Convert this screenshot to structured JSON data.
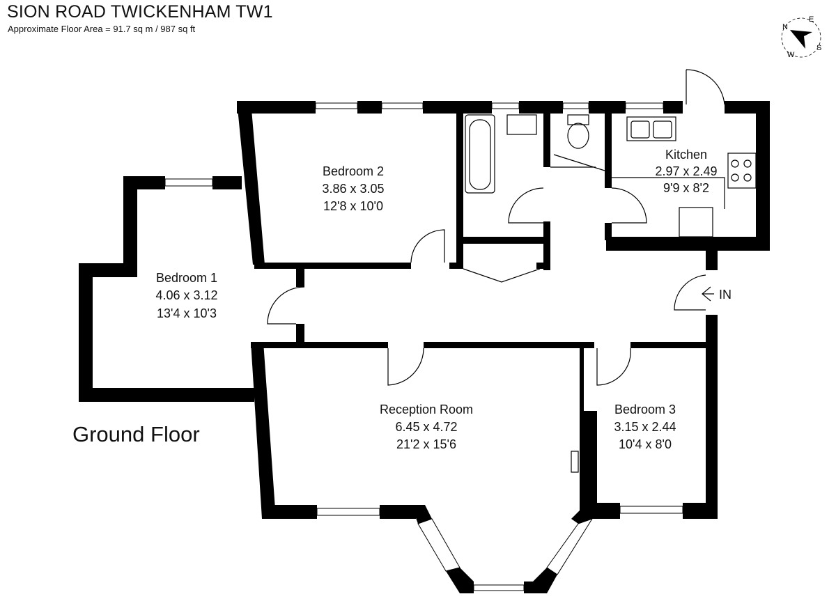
{
  "header": {
    "title": "SION ROAD TWICKENHAM TW1",
    "subtitle": "Approximate Floor Area = 91.7 sq m / 987 sq ft"
  },
  "compass": {
    "n": "N",
    "e": "E",
    "s": "S",
    "w": "W"
  },
  "floor_label": "Ground Floor",
  "entrance_label": "IN",
  "rooms": [
    {
      "name": "Bedroom 2",
      "metric": "3.86 x 3.05",
      "imperial": "12'8 x 10'0"
    },
    {
      "name": "Kitchen",
      "metric": "2.97 x 2.49",
      "imperial": "9'9 x 8'2"
    },
    {
      "name": "Bedroom 1",
      "metric": "4.06 x 3.12",
      "imperial": "13'4 x 10'3"
    },
    {
      "name": "Reception Room",
      "metric": "6.45 x 4.72",
      "imperial": "21'2 x 15'6"
    },
    {
      "name": "Bedroom 3",
      "metric": "3.15 x 2.44",
      "imperial": "10'4 x 8'0"
    }
  ]
}
